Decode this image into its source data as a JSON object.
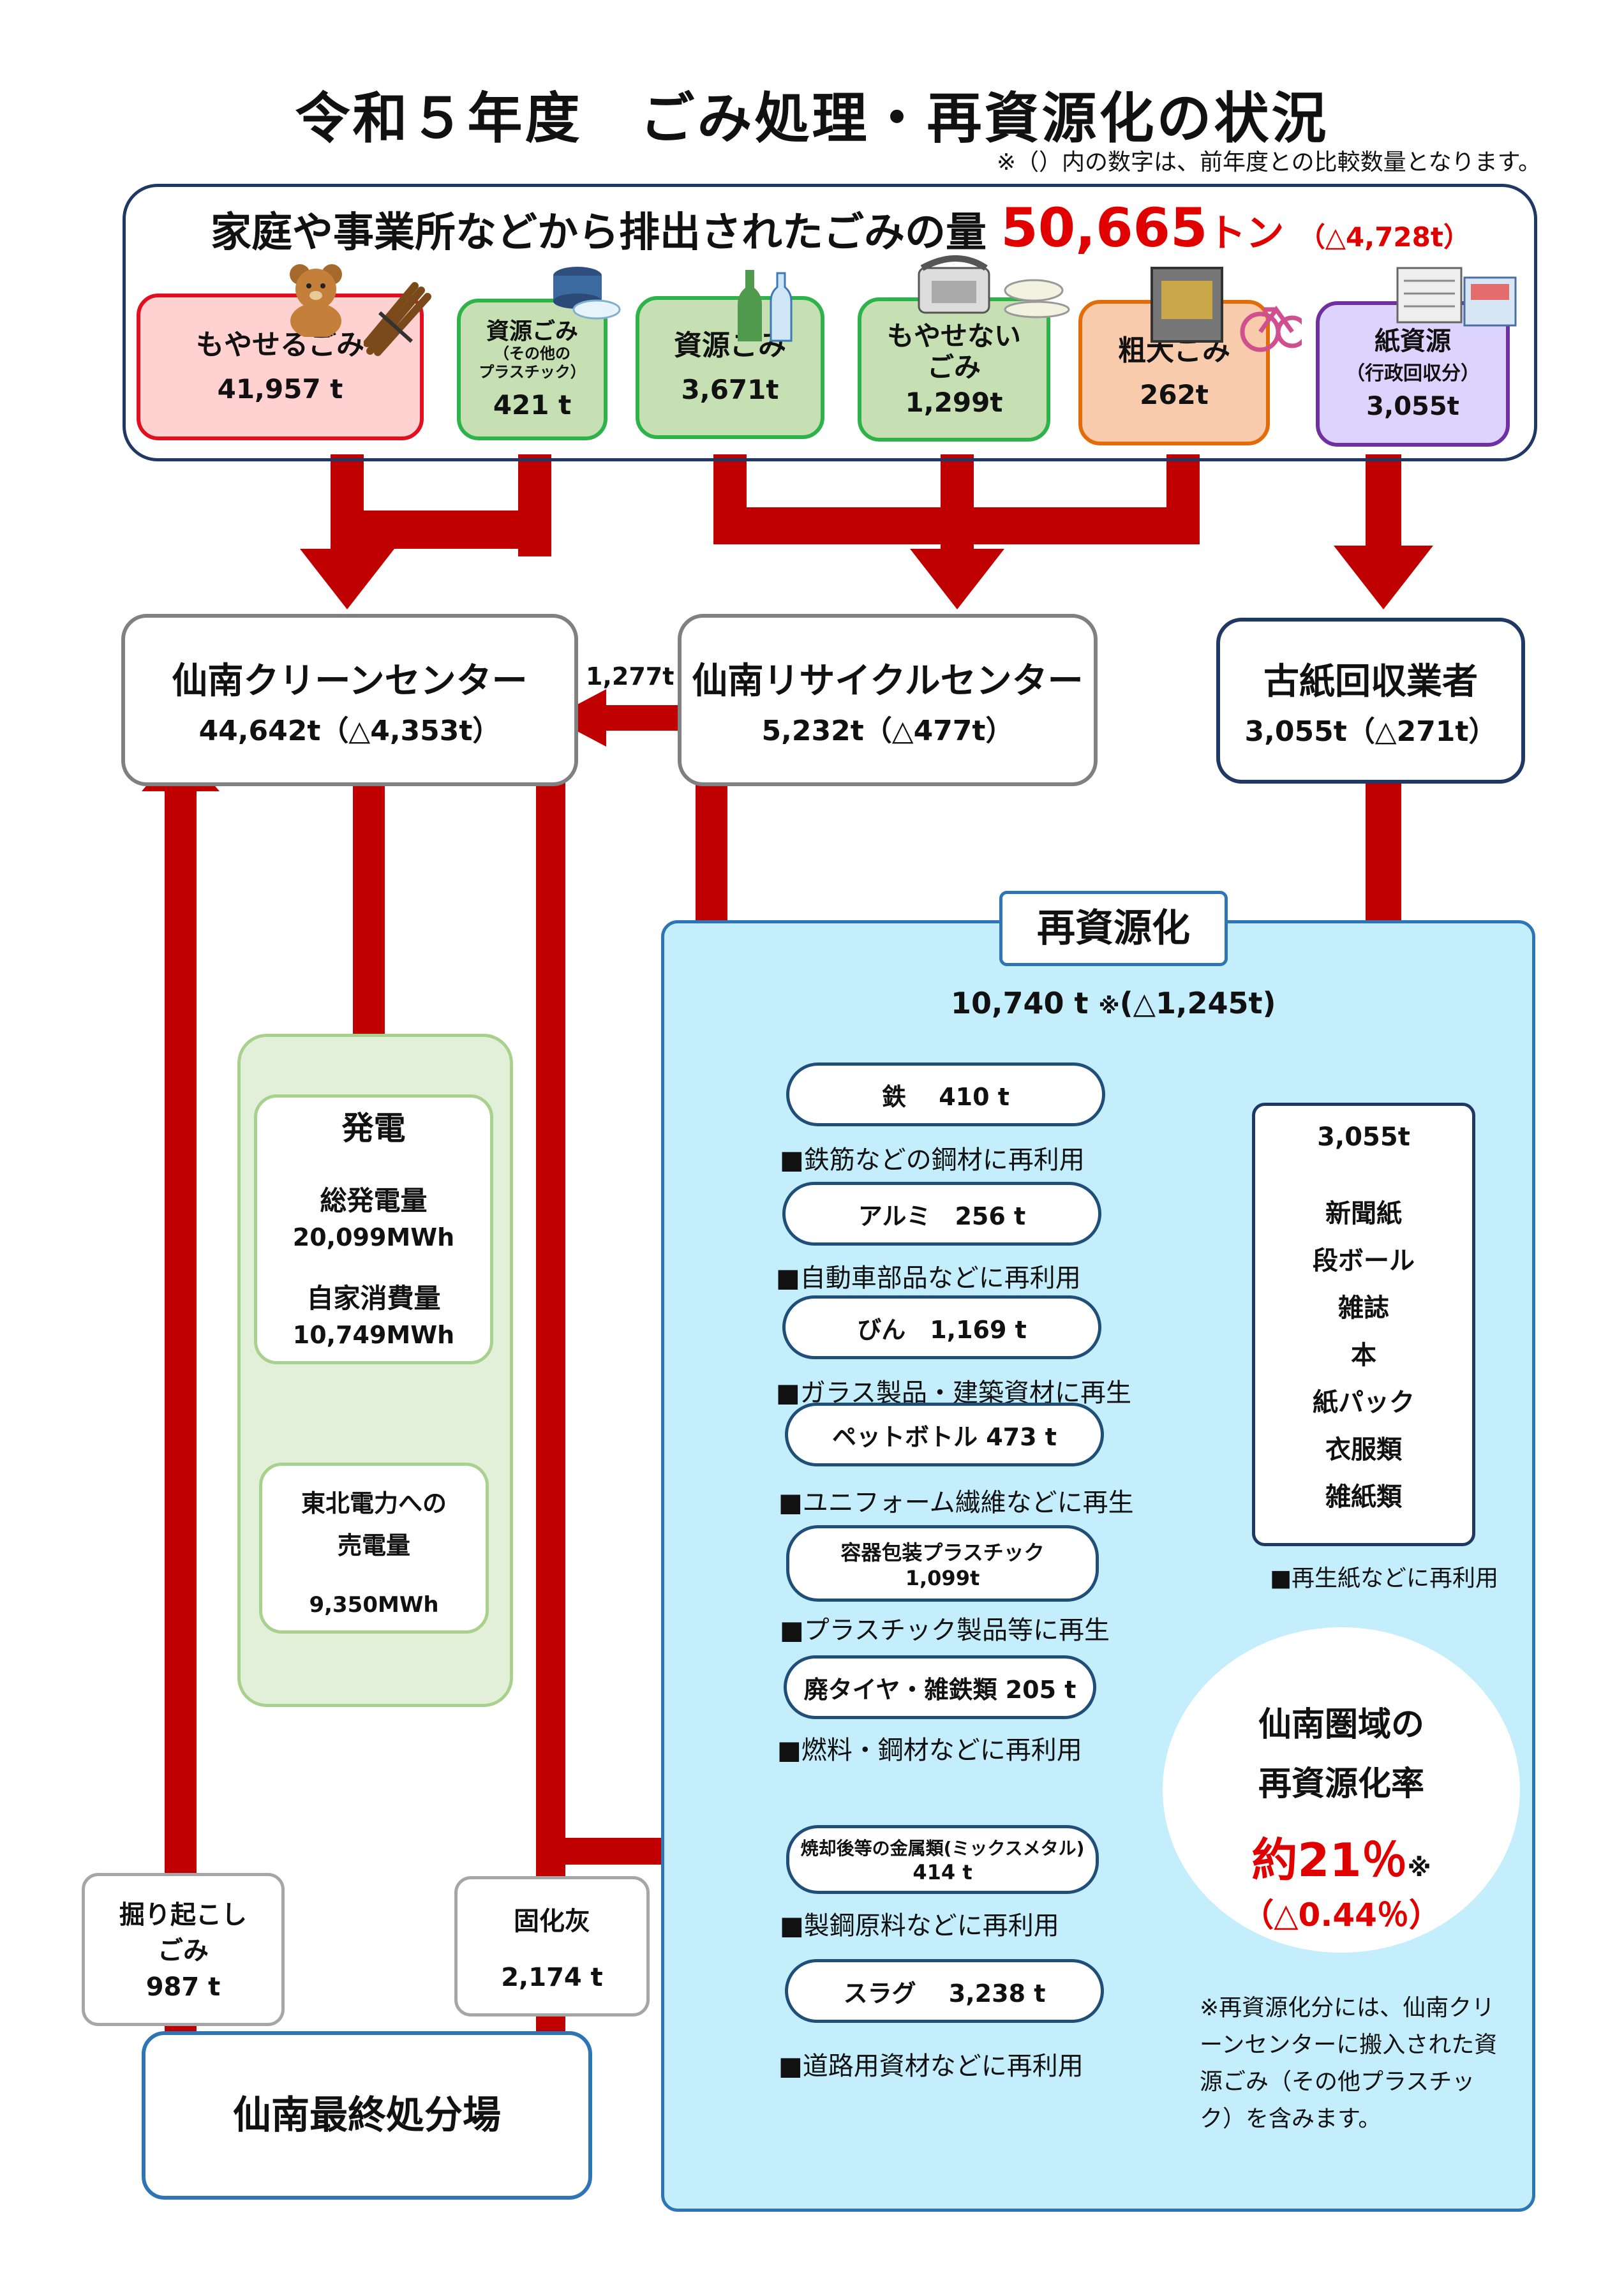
{
  "title": "令和５年度　ごみ処理・再資源化の状況",
  "note": "※（）内の数字は、前年度との比較数量となります。",
  "total": {
    "label": "家庭や事業所などから排出されたごみの量",
    "value": "50,665",
    "unit": "トン",
    "diff": "（△4,728t）"
  },
  "categories": [
    {
      "name": "もやせるごみ",
      "sub": "",
      "value": "41,957 t"
    },
    {
      "name": "資源ごみ",
      "sub": "（その他の\nプラスチック）",
      "value": "421 t"
    },
    {
      "name": "資源ごみ",
      "sub": "",
      "value": "3,671t"
    },
    {
      "name": "もやせない\nごみ",
      "sub": "",
      "value": "1,299t"
    },
    {
      "name": "粗大ごみ",
      "sub": "",
      "value": "262t"
    },
    {
      "name": "紙資源",
      "sub": "（行政回収分）",
      "value": "3,055t"
    }
  ],
  "colors": {
    "arrow": "#c00000",
    "pink": "#ffd1d1",
    "pink_border": "#e01020",
    "green": "#c6e0b4",
    "green_border": "#2db34a",
    "orange": "#f8cbad",
    "orange_border": "#e36c09",
    "purple": "#dcd3ff",
    "purple_border": "#7030a0"
  },
  "centers": {
    "clean": {
      "name": "仙南クリーンセンター",
      "value": "44,642t（△4,353t）"
    },
    "recycle": {
      "name": "仙南リサイクルセンター",
      "value": "5,232t（△477t）"
    },
    "paper": {
      "name": "古紙回収業者",
      "value": "3,055t（△271t）"
    }
  },
  "transfer": "1,277t",
  "recycling": {
    "title": "再資源化",
    "total": "10,740 t",
    "total_mark": "※",
    "total_diff": "(△1,245t)",
    "items": [
      {
        "label": "鉄　 410 t",
        "use": "■鉄筋などの鋼材に再利用"
      },
      {
        "label": "アルミ　256 t",
        "use": "■自動車部品などに再利用"
      },
      {
        "label": "びん　1,169 t",
        "use": "■ガラス製品・建築資材に再生"
      },
      {
        "label": "ペットボトル 473 t",
        "use": "■ユニフォーム繊維などに再生"
      },
      {
        "label": "容器包装プラスチック",
        "label2": "1,099t",
        "use": "■プラスチック製品等に再生"
      },
      {
        "label": "廃タイヤ・雑鉄類 205 t",
        "use": "■燃料・鋼材などに再利用"
      },
      {
        "label": "焼却後等の金属類(ミックスメタル)",
        "label2": "414 t",
        "use": "■製鋼原料などに再利用"
      },
      {
        "label": "スラグ　 3,238 t",
        "use": "■道路用資材などに再利用"
      }
    ]
  },
  "paper_detail": {
    "total": "3,055t",
    "items": [
      "新聞紙",
      "段ボール",
      "雑誌",
      "本",
      "紙パック",
      "衣服類",
      "雑紙類"
    ],
    "use": "■再生紙などに再利用"
  },
  "power": {
    "title": "発電",
    "gen_label": "総発電量",
    "gen_value": "20,099MWh",
    "self_label": "自家消費量",
    "self_value": "10,749MWh",
    "sell_label": "東北電力への\n売電量",
    "sell_value": "9,350MWh"
  },
  "rate": {
    "line1": "仙南圏域の",
    "line2": "再資源化率",
    "value": "約21％",
    "mark": "※",
    "diff": "（△0.44％）"
  },
  "footnote": "※再資源化分には、仙南クリーンセンターに搬入された資源ごみ（その他プラスチック）を含みます。",
  "dig": {
    "label": "掘り起こし\nごみ",
    "value": "987 t"
  },
  "ash": {
    "label": "固化灰",
    "value": "2,174 t"
  },
  "landfill": "仙南最終処分場"
}
